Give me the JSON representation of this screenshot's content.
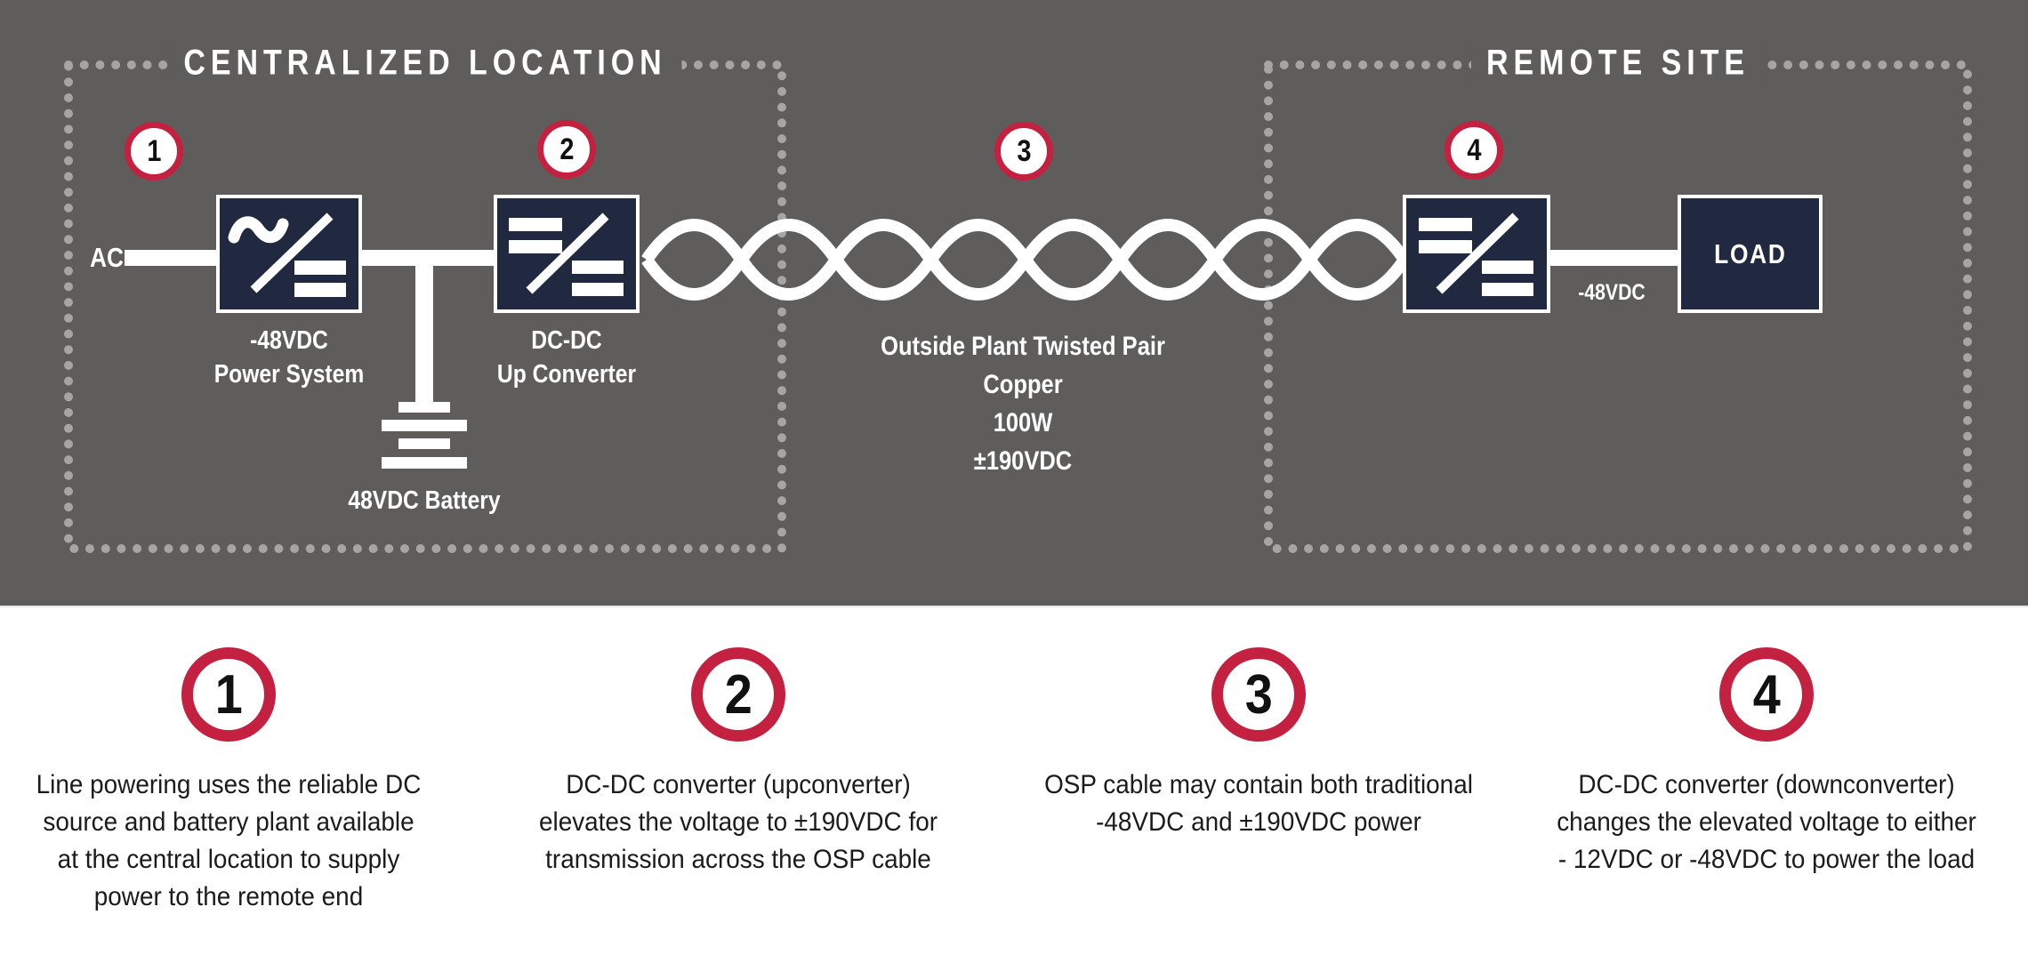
{
  "colors": {
    "background_gray": "#5e5d5b",
    "panel_white": "#ffffff",
    "box_navy": "#202940",
    "accent_red": "#c4203f",
    "dot_gray": "#a6a5a3",
    "text_dark": "#1b1b1b",
    "line_white": "#ffffff"
  },
  "diagram": {
    "centralized_title": "CENTRALIZED LOCATION",
    "remote_title": "REMOTE SITE",
    "step_markers": [
      {
        "number": "1"
      },
      {
        "number": "2"
      },
      {
        "number": "3"
      },
      {
        "number": "4"
      }
    ],
    "labels": {
      "ac": "AC",
      "power_system": "-48VDC\nPower System",
      "up_converter": "DC-DC\nUp Converter",
      "battery": "48VDC Battery",
      "osp_cable": "Outside Plant Twisted Pair Copper\n100W\n±190VDC",
      "minus48vdc": "-48VDC",
      "load": "LOAD"
    },
    "icons": [
      {
        "name": "ac-dc-converter-icon"
      },
      {
        "name": "dc-dc-converter-icon"
      },
      {
        "name": "twisted-pair-icon"
      },
      {
        "name": "battery-icon"
      }
    ]
  },
  "legend": {
    "items": [
      {
        "number": "1",
        "text": "Line powering uses the reliable DC\nsource and battery plant available\nat the central location to supply\npower to the remote end"
      },
      {
        "number": "2",
        "text": "DC-DC converter (upconverter)\nelevates the voltage to ±190VDC for\ntransmission across the OSP cable"
      },
      {
        "number": "3",
        "text": "OSP cable may contain both traditional\n-48VDC and ±190VDC power"
      },
      {
        "number": "4",
        "text": "DC-DC converter (downconverter)\nchanges the elevated voltage to either\n- 12VDC or -48VDC to power the load"
      }
    ]
  }
}
